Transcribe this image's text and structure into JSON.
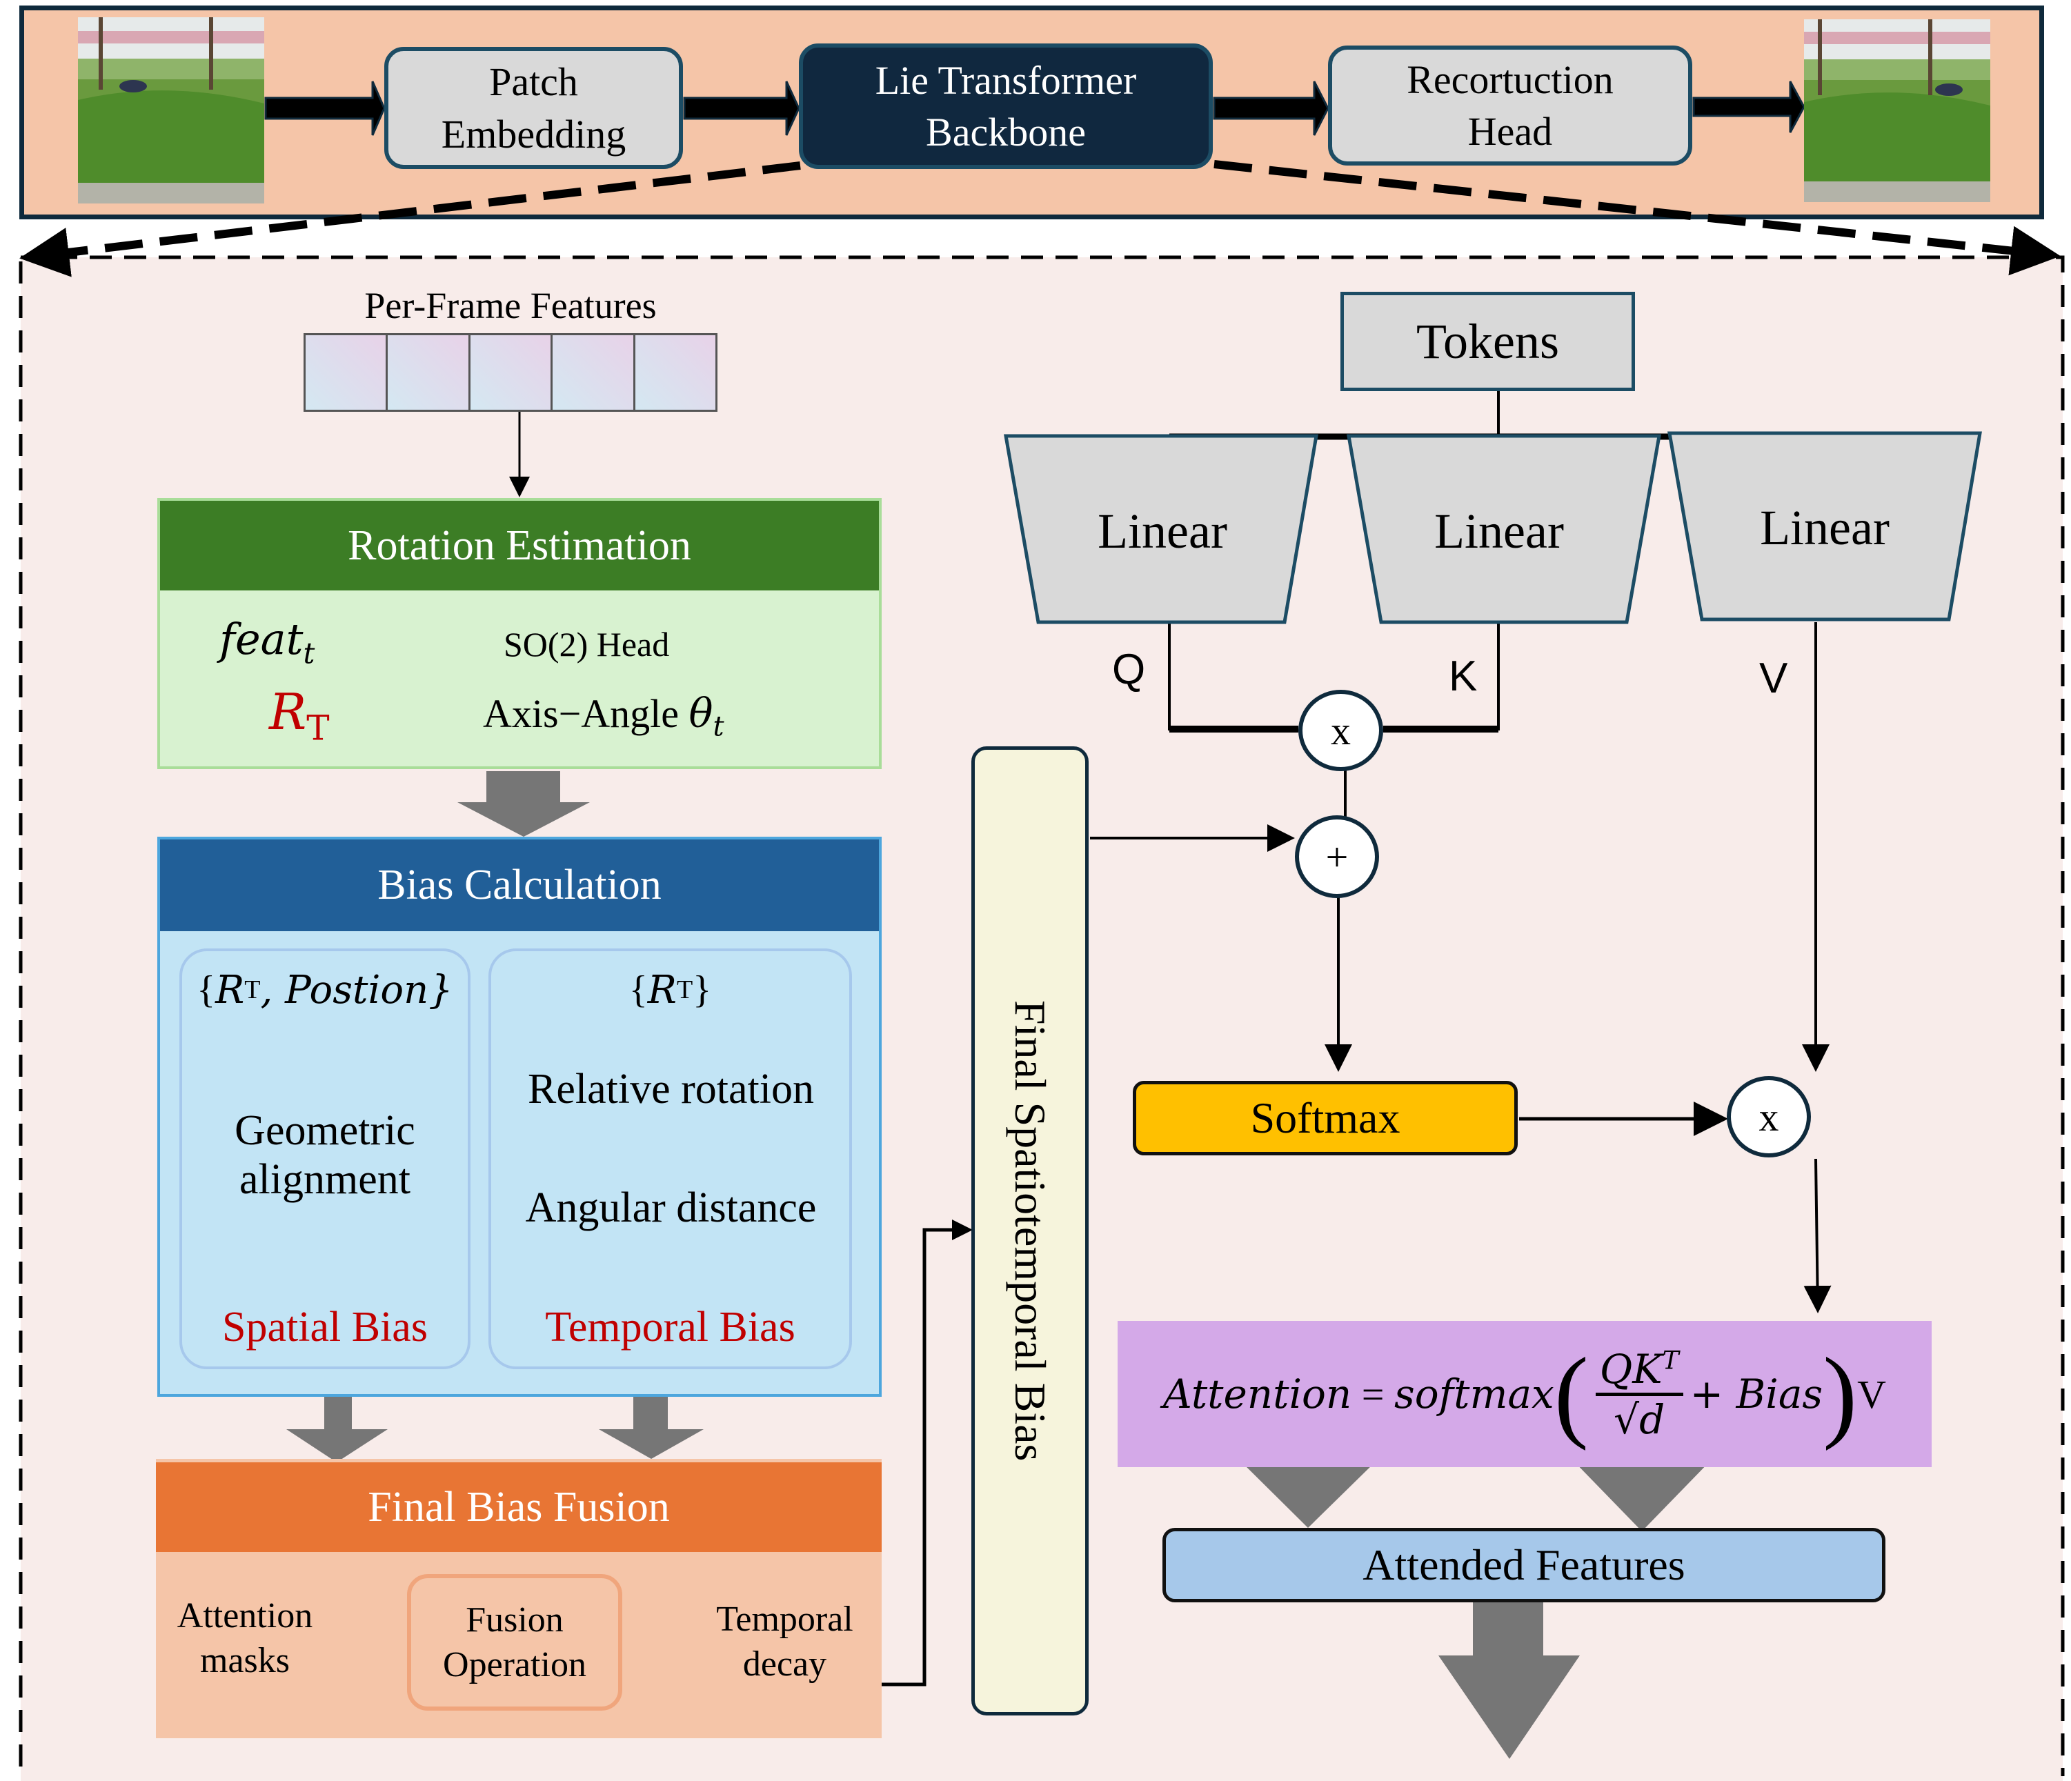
{
  "pipeline": {
    "input_image": "input-video-frame",
    "stages": [
      {
        "label_line1": "Patch",
        "label_line2": "Embedding"
      },
      {
        "label_line1": "Lie Transformer",
        "label_line2": "Backbone"
      },
      {
        "label_line1": "Recortuction",
        "label_line2": "Head"
      }
    ],
    "output_image": "reconstructed-video-frame"
  },
  "bias_branch": {
    "per_frame_features_label": "Per-Frame Features",
    "feature_cells": 5,
    "rotation_estimation": {
      "title": "Rotation Estimation",
      "feat": "feat",
      "feat_sub": "t",
      "so2_head": "SO(2) Head",
      "r": "R",
      "r_sub": "T",
      "axis_angle": "Axis−Angle",
      "theta": "θ",
      "theta_sub": "t"
    },
    "bias_calculation": {
      "title": "Bias Calculation",
      "spatial": {
        "input_open": "{",
        "input_r": "R",
        "input_r_sub": "T",
        "input_rest": ", Postion}",
        "step1_line1": "Geometric",
        "step1_line2": "alignment",
        "output": "Spatial Bias"
      },
      "temporal": {
        "input_open": "{",
        "input_r": "R",
        "input_r_sub": "T",
        "input_close": "}",
        "step1": "Relative rotation",
        "step2": "Angular distance",
        "output": "Temporal Bias"
      }
    },
    "final_bias_fusion": {
      "title": "Final Bias Fusion",
      "left_input_line1": "Attention",
      "left_input_line2": "masks",
      "op_line1": "Fusion",
      "op_line2": "Operation",
      "right_input_line1": "Temporal",
      "right_input_line2": "decay"
    },
    "final_spatiotemporal_bias": "Final Spatiotemporal Bias"
  },
  "attention_branch": {
    "tokens": "Tokens",
    "linear_labels": [
      "Linear",
      "Linear",
      "Linear"
    ],
    "q": "Q",
    "k": "K",
    "v": "V",
    "multiply_symbol": "x",
    "add_symbol": "+",
    "softmax": "Softmax",
    "formula": {
      "lhs": "Attention",
      "eq": " = ",
      "fn": "softmax",
      "num": "QK",
      "num_sup": "T",
      "den": "d",
      "plus_bias": "+ Bias",
      "tail": "V"
    },
    "attended_features": "Attended Features"
  },
  "colors": {
    "banner_fill": "#f5c5a8",
    "banner_border": "#0f2a3c",
    "backbone_fill": "#10283f",
    "panel_fill": "#f8ecea",
    "rotation_header": "#3c7d25",
    "rotation_body": "#d8f2d0",
    "bias_header": "#215f98",
    "bias_body": "#c2e4f5",
    "fusion_header": "#e87534",
    "fusion_body": "#f5c5a8",
    "pillar_fill": "#f6f4dc",
    "softmax_fill": "#ffc000",
    "formula_fill": "#d4a9e8",
    "attended_fill": "#a6c8ea",
    "block_arrow": "#767676",
    "accent_red": "#c00000"
  }
}
